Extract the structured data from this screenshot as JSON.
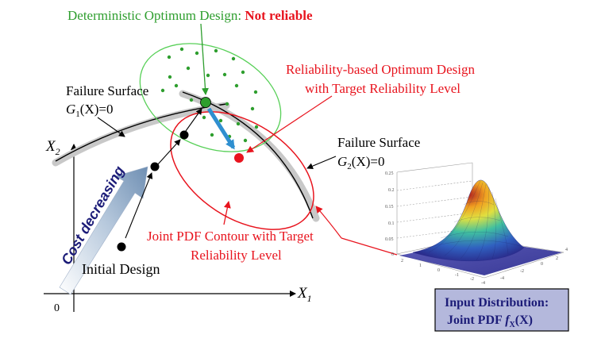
{
  "title": {
    "prefix": "Deterministic Optimum Design: ",
    "emphasis": "Not reliable"
  },
  "rbdo_label": {
    "line1": "Reliability-based Optimum Design",
    "line2": "with Target Reliability Level"
  },
  "failure_surface_1": {
    "line1": "Failure Surface",
    "g": "G",
    "sub": "1",
    "arg": "(X)=0"
  },
  "failure_surface_2": {
    "line1": "Failure Surface",
    "g": "G",
    "sub": "2",
    "arg": "(X)=0"
  },
  "axes": {
    "y": "X",
    "y_sub": "2",
    "x": "X",
    "x_sub": "1",
    "origin": "0"
  },
  "cost_label": "Cost decreasing",
  "initial_design": "Initial Design",
  "pdf_contour_label": {
    "line1": "Joint PDF Contour with Target",
    "line2": "Reliability Level"
  },
  "input_box": {
    "line1": "Input Distribution:",
    "line2_prefix": "Joint PDF ",
    "f": "f",
    "sub": "X",
    "arg": "(X)"
  },
  "surface_plot": {
    "z_ticks": [
      "0.25",
      "0.2",
      "0.15",
      "0.1",
      "0.05",
      "0"
    ],
    "x_ticks": [
      "2",
      "1",
      "0",
      "-1",
      "-2",
      "-4"
    ],
    "y_ticks": [
      "4",
      "2",
      "0",
      "-2",
      "-4"
    ]
  },
  "colors": {
    "green": "#2e9e2e",
    "red": "#e8141e",
    "black": "#000000",
    "navy": "#1c1c78",
    "box_fill": "#b4b8dc",
    "grey_surface": "#c8c8c8",
    "arrow_blue": "#2f8fd0"
  }
}
